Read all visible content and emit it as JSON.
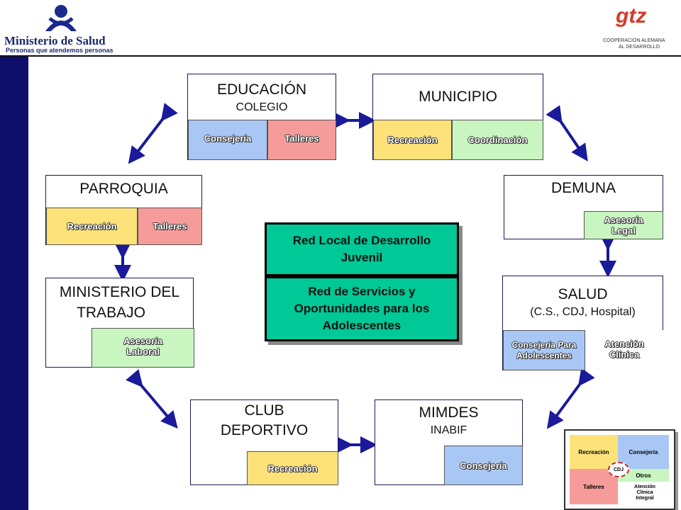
{
  "header": {
    "ministry_name": "Ministerio de Salud",
    "ministry_tagline": "Personas que atendemos personas",
    "gtz_logo": "gtz",
    "gtz_line1": "COOPERACION ALEMANA",
    "gtz_line2": "AL DESARROLLO"
  },
  "center": {
    "top": "Red Local de Desarrollo Juvenil",
    "bottom": "Red de Servicios y Oportunidades para los Adolescentes"
  },
  "nodes": {
    "educacion": {
      "title": "EDUCACIÓN",
      "sub": "COLEGIO",
      "tags": [
        "Consejería",
        "Talleres"
      ]
    },
    "municipio": {
      "title": "MUNICIPIO",
      "tags": [
        "Recreación",
        "Coordinación"
      ]
    },
    "parroquia": {
      "title": "PARROQUIA",
      "tags": [
        "Recreación",
        "Talleres"
      ]
    },
    "demuna": {
      "title": "DEMUNA",
      "tags": [
        "Asesoría Legal"
      ]
    },
    "trabajo": {
      "title_line1": "MINISTERIO DEL",
      "title_line2": "TRABAJO",
      "tags": [
        "Asesoría Laboral"
      ]
    },
    "salud": {
      "title": "SALUD",
      "sub": "(C.S., CDJ, Hospital)",
      "tags": [
        "Consejería Para Adolescentes",
        "Atención Clínica"
      ]
    },
    "club": {
      "title_line1": "CLUB",
      "title_line2": "DEPORTIVO",
      "tags": [
        "Recreación"
      ]
    },
    "mimdes": {
      "title": "MIMDES",
      "sub": "INABIF",
      "tags": [
        "Consejería"
      ]
    }
  },
  "puzzle": {
    "pieces": [
      "Recreación",
      "Consejería",
      "CDJ",
      "Otros",
      "Talleres",
      "Atención Clínica Integral"
    ]
  },
  "colors": {
    "sidebar": "#0d0f6b",
    "center": "#00c896",
    "arrow": "#1a1a9a"
  }
}
